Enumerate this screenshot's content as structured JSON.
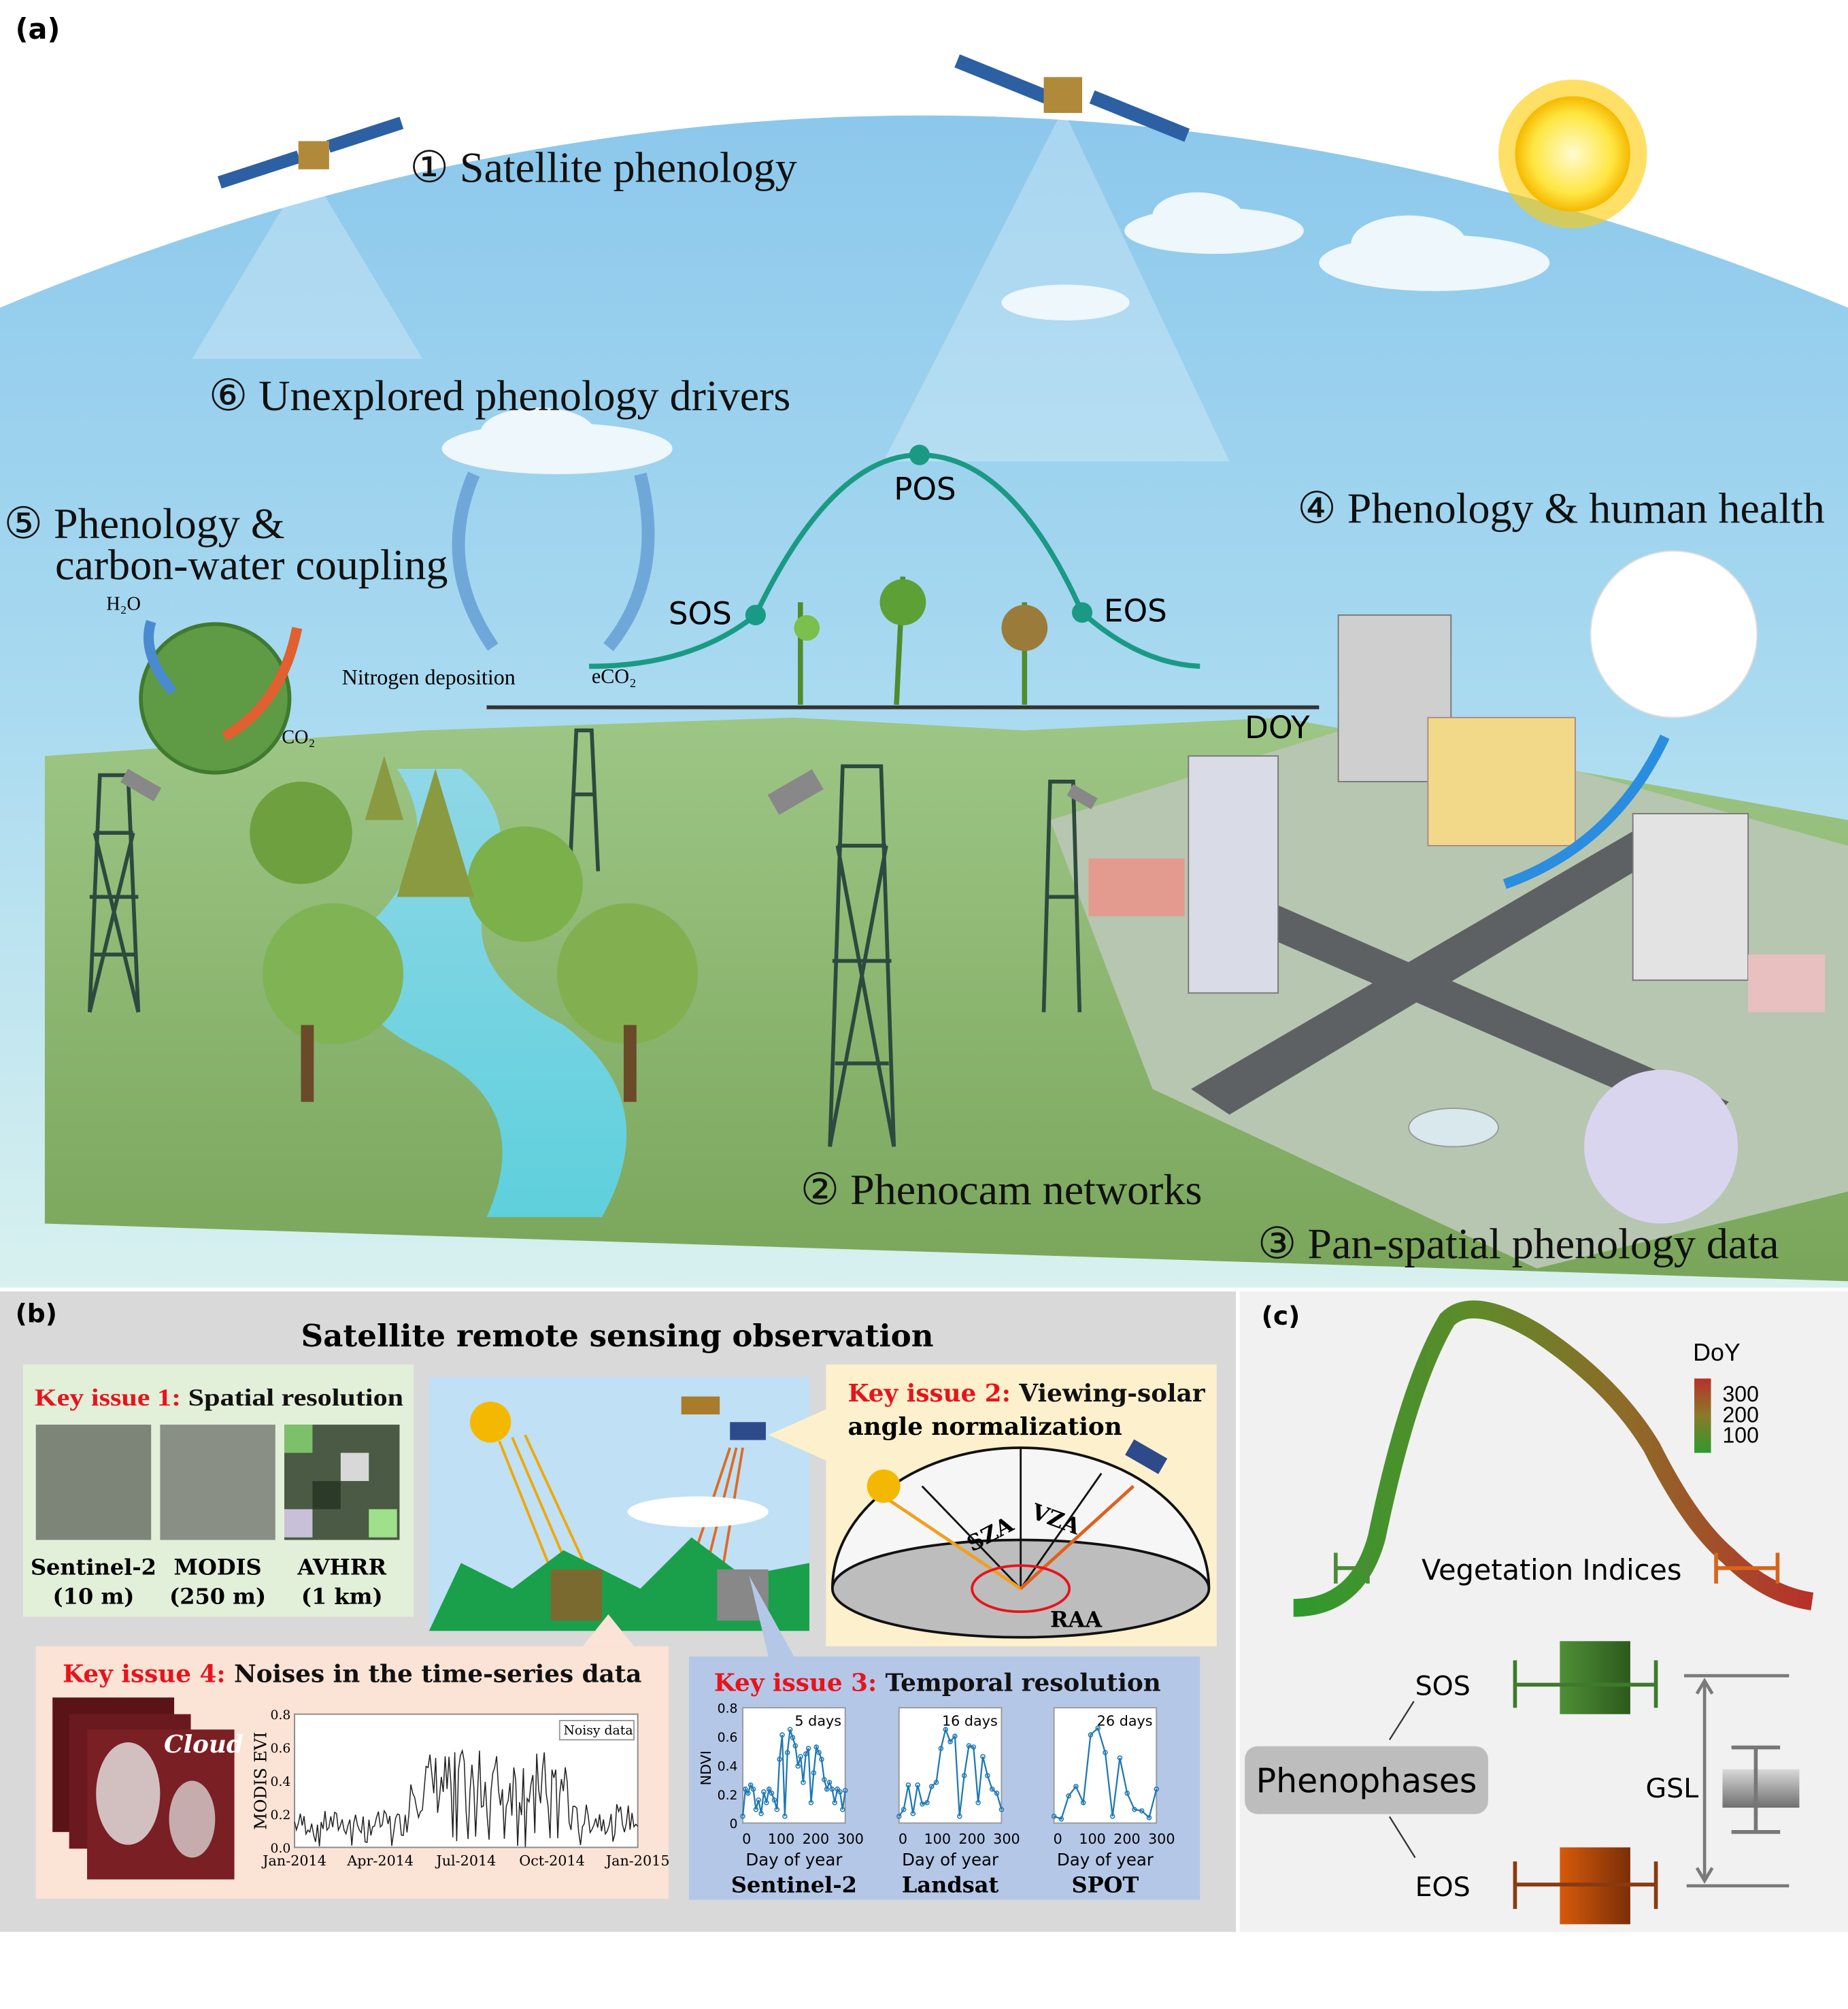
{
  "panel_a": {
    "label": "(a)",
    "items": {
      "satellite": "① Satellite phenology",
      "drivers": "⑥ Unexplored phenology drivers",
      "carbon_line1": "⑤ Phenology &",
      "carbon_line2": "carbon-water coupling",
      "health": "④ Phenology & human health",
      "phenocam": "② Phenocam networks",
      "panspatial": "③ Pan-spatial phenology data"
    },
    "curve": {
      "pos": "POS",
      "sos": "SOS",
      "eos": "EOS",
      "doy": "DOY"
    },
    "labels": {
      "h2o": "H₂O",
      "co2": "CO₂",
      "nitrogen": "Nitrogen deposition",
      "eco2": "eCO₂"
    }
  },
  "panel_b": {
    "label": "(b)",
    "title": "Satellite remote sensing observation",
    "issue1": {
      "key": "Key issue 1:",
      "text": "Spatial resolution",
      "sensors": [
        {
          "name": "Sentinel-2",
          "res": "(10 m)"
        },
        {
          "name": "MODIS",
          "res": "(250 m)"
        },
        {
          "name": "AVHRR",
          "res": "(1 km)"
        }
      ]
    },
    "issue2": {
      "key": "Key issue 2:",
      "text_line1": "Viewing-solar",
      "text_line2": "angle normalization",
      "angles": {
        "sza": "SZA",
        "vza": "VZA",
        "raa": "RAA"
      }
    },
    "issue3": {
      "key": "Key issue 3:",
      "text": "Temporal resolution",
      "ylabel": "NDVI",
      "yticks": [
        "0.8",
        "0.6",
        "0.4",
        "0.2",
        "0"
      ],
      "xticks": [
        "0",
        "100",
        "200",
        "300"
      ],
      "xlabel": "Day of year",
      "charts": [
        {
          "interval": "5 days",
          "sensor": "Sentinel-2",
          "values": [
            0,
            0.2,
            0.17,
            0.23,
            0.2,
            0.05,
            0.12,
            0.02,
            0.18,
            0.1,
            0.2,
            0.17,
            0.12,
            0.05,
            0.42,
            0.6,
            0.0,
            0.47,
            0.64,
            0.58,
            0.52,
            0.37,
            0.44,
            0.25,
            0.46,
            0.5,
            0.1,
            0.32,
            0.51,
            0.47,
            0.42,
            0.27,
            0.2,
            0.25,
            0.2,
            0.1,
            0.2,
            0.18,
            0.05,
            0.19
          ]
        },
        {
          "interval": "16 days",
          "sensor": "Landsat",
          "values": [
            0,
            0.05,
            0.23,
            0.02,
            0.23,
            0.09,
            0.1,
            0.22,
            0.25,
            0.5,
            0.64,
            0.55,
            0.59,
            0,
            0.3,
            0.52,
            0.51,
            0.1,
            0.44,
            0.3,
            0.2,
            0.17,
            0.05
          ]
        },
        {
          "interval": "26 days",
          "sensor": "SPOT",
          "values": [
            0,
            -0.02,
            0.15,
            0.22,
            0.1,
            0.6,
            0.65,
            0.47,
            0,
            0.43,
            0.17,
            0.05,
            0.04,
            -0.01,
            0.2
          ]
        }
      ]
    },
    "issue4": {
      "key": "Key issue 4:",
      "text": "Noises in the time-series data",
      "cloud": "Cloud",
      "ylabel": "MODIS EVI",
      "legend": "Noisy data",
      "yticks": [
        "0.8",
        "0.6",
        "0.4",
        "0.2",
        "0.0"
      ],
      "xticks": [
        "Jan-2014",
        "Apr-2014",
        "Jul-2014",
        "Oct-2014",
        "Jan-2015"
      ]
    }
  },
  "panel_c": {
    "label": "(c)",
    "legend_title": "DoY",
    "legend_ticks": [
      "300",
      "200",
      "100"
    ],
    "vi_label": "Vegetation Indices",
    "sos": "SOS",
    "eos": "EOS",
    "gsl": "GSL",
    "phenophases": "Phenophases"
  },
  "colors": {
    "key_red": "#e8131b",
    "curve_teal": "#1a9a84",
    "sky": "#8ec9ea",
    "panel_b_bg": "#d9d9d9",
    "panel_c_bg": "#f1f1f1"
  }
}
